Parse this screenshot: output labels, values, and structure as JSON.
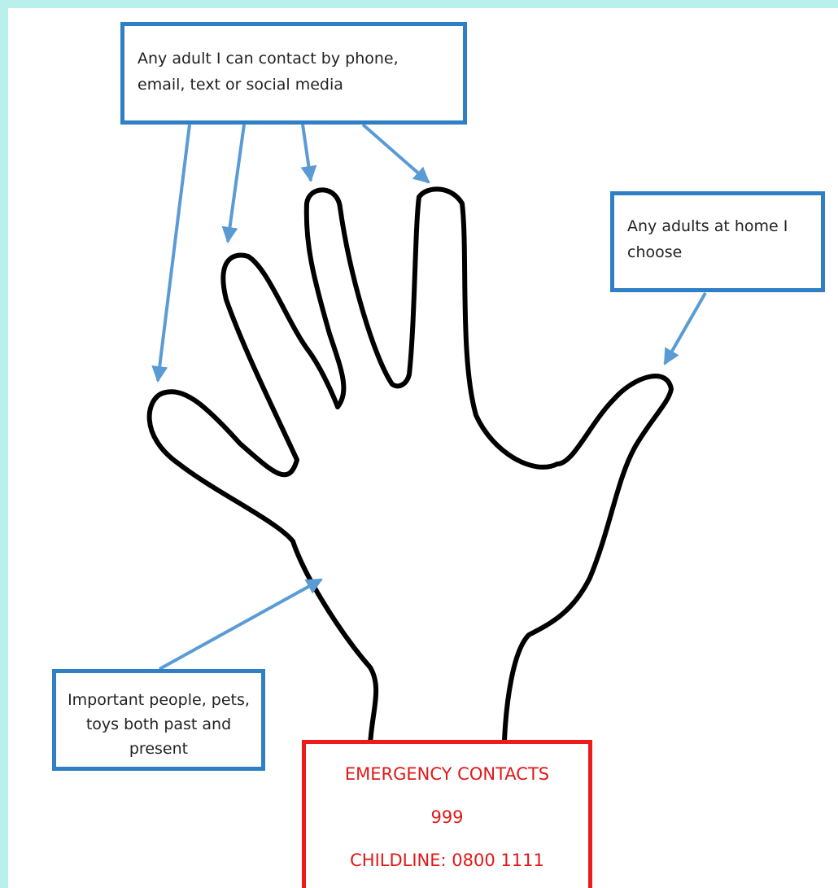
{
  "labels": {
    "fingers_online": "Any adult I can contact by phone, email, text or social media",
    "thumb_home": "Any adults at home I choose",
    "palm_people": "Important people, pets, toys both past and present"
  },
  "emergency": {
    "title": "EMERGENCY CONTACTS",
    "number": "999",
    "childline": "CHILDLINE: 0800 1111"
  },
  "colors": {
    "page_border": "#b9f0ec",
    "label_box_border": "#2f7fc6",
    "arrow": "#5b9bd5",
    "emergency": "#ee1b1b",
    "hand_outline": "#000000"
  }
}
